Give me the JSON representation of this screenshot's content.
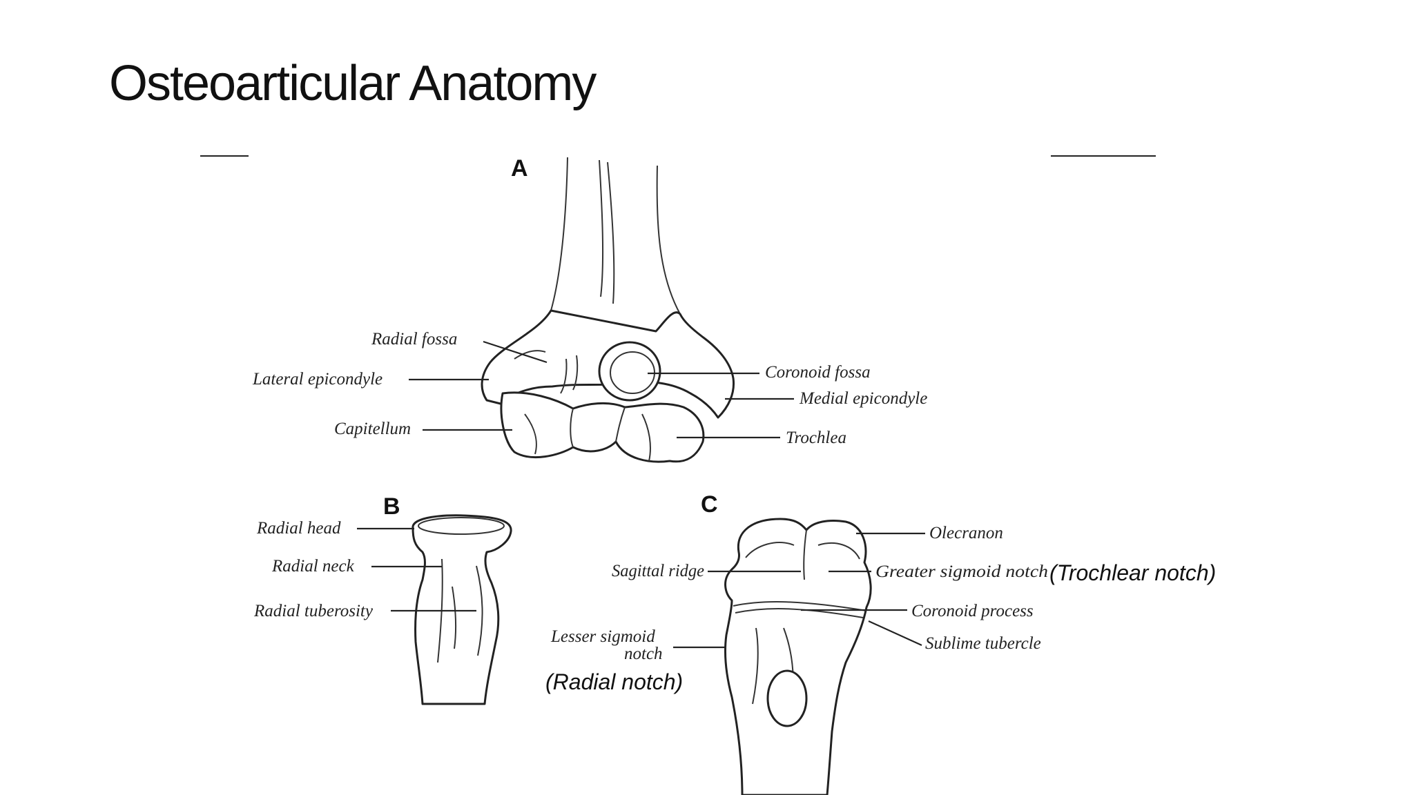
{
  "slide": {
    "title": "Osteoarticular Anatomy"
  },
  "figure": {
    "panel_a": {
      "letter": "A",
      "labels": {
        "radial_fossa": "Radial fossa",
        "lateral_epicondyle": "Lateral epicondyle",
        "capitellum": "Capitellum",
        "coronoid_fossa": "Coronoid fossa",
        "medial_epicondyle": "Medial epicondyle",
        "trochlea": "Trochlea"
      }
    },
    "panel_b": {
      "letter": "B",
      "labels": {
        "radial_head": "Radial head",
        "radial_neck": "Radial neck",
        "radial_tuberosity": "Radial tuberosity"
      }
    },
    "panel_c": {
      "letter": "C",
      "labels": {
        "olecranon": "Olecranon",
        "sagittal_ridge": "Sagittal ridge",
        "greater_sigmoid_notch": "Greater sigmoid notch",
        "coronoid_process": "Coronoid process",
        "lesser_sigmoid_notch_line1": "Lesser sigmoid",
        "lesser_sigmoid_notch_line2": "notch",
        "sublime_tubercle": "Sublime tubercle"
      }
    }
  },
  "annotations": {
    "trochlear_notch": "(Trochlear notch)",
    "radial_notch": "(Radial notch)"
  }
}
